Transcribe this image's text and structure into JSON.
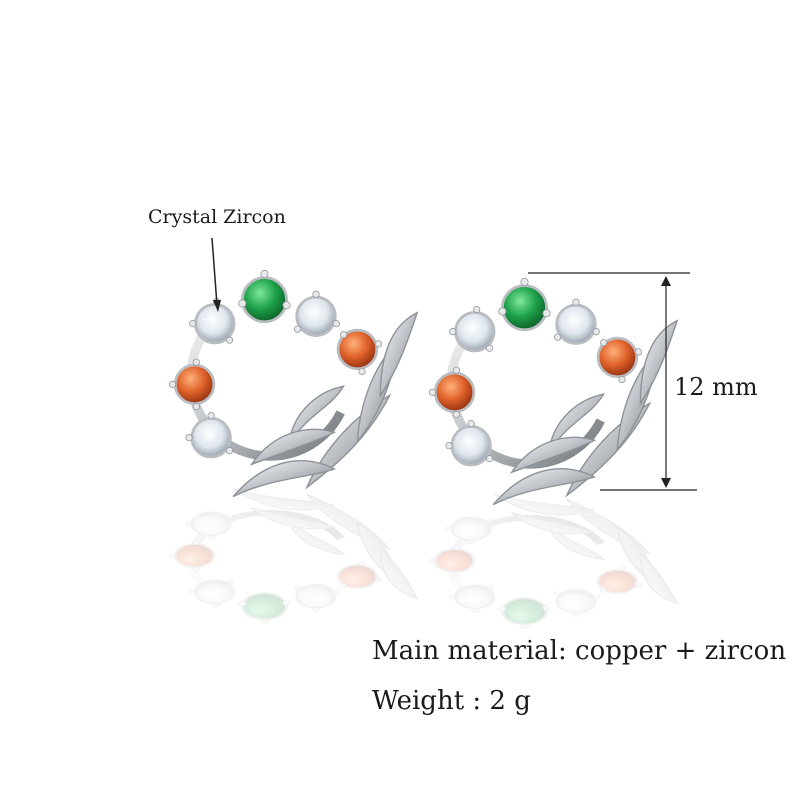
{
  "callout": {
    "label": "Crystal Zircon"
  },
  "dimension": {
    "label": "12 mm"
  },
  "specs": {
    "material": "Main material: copper + zircon",
    "weight": "Weight : 2 g"
  },
  "colors": {
    "silver": "#c9ccd0",
    "green_stone": "#1fa24a",
    "orange_stone": "#e0622b",
    "clear_stone": "#e6ecf2",
    "text": "#1a1a1a"
  }
}
